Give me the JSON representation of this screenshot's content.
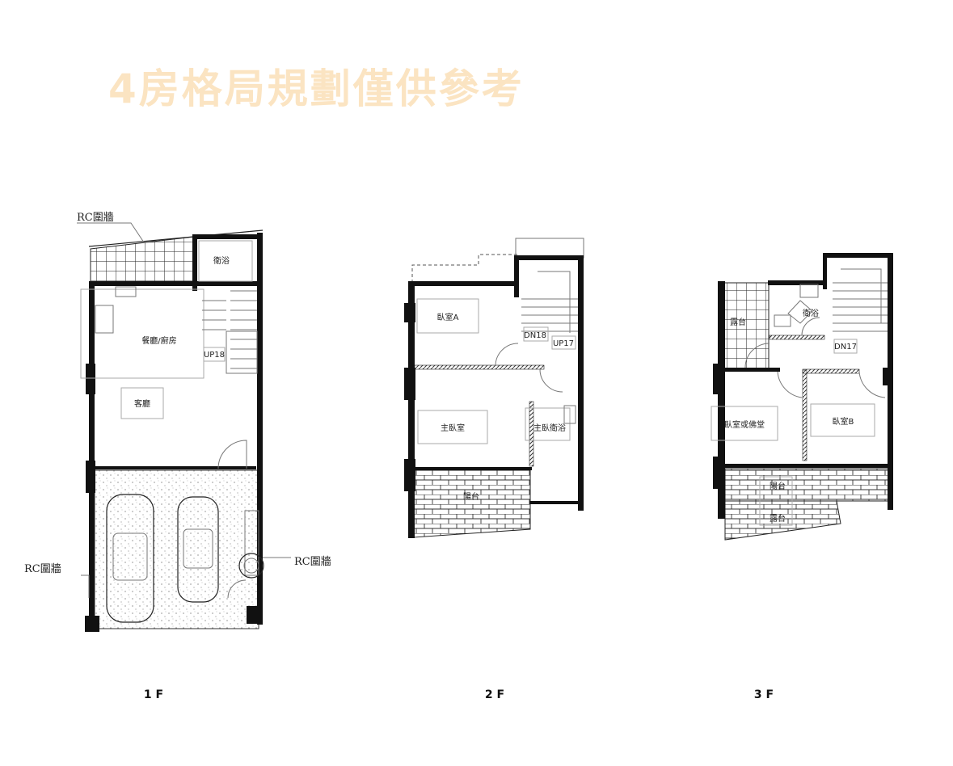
{
  "title": "4房格局規劃僅供參考",
  "title_color": "#fbe4c2",
  "floors": {
    "f1": {
      "label": "1 F",
      "rc_wall_top": "RC圍牆",
      "rc_wall_left": "RC圍牆",
      "rc_wall_right": "RC圍牆",
      "bath": "衛浴",
      "dining_kitchen": "餐廳/廚房",
      "stair": "UP18",
      "living": "客廳"
    },
    "f2": {
      "label": "2 F",
      "bedroom_a": "臥室A",
      "stair_down": "DN18",
      "stair_up": "UP17",
      "master_bedroom": "主臥室",
      "master_bath": "主臥衛浴",
      "balcony": "陽台"
    },
    "f3": {
      "label": "3 F",
      "terrace_top": "露台",
      "bath": "衛浴",
      "stair_down": "DN17",
      "bedroom_or_shrine": "臥室或佛堂",
      "bedroom_b": "臥室B",
      "balcony": "陽台",
      "terrace_bottom": "露台"
    }
  }
}
